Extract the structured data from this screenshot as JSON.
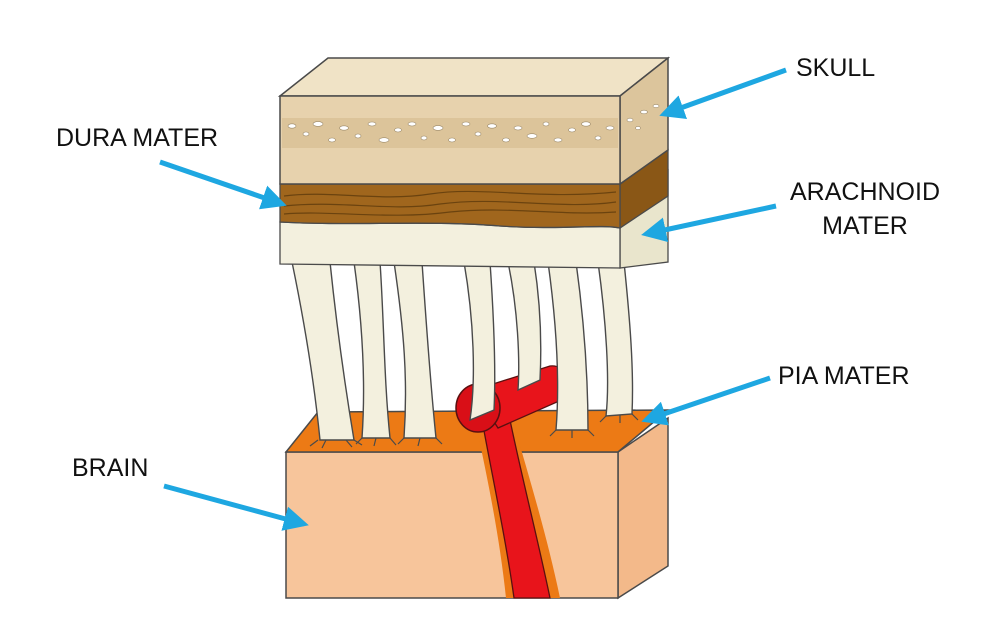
{
  "labels": {
    "skull": "SKULL",
    "dura_mater": "DURA MATER",
    "arachnoid_line1": "ARACHNOID",
    "arachnoid_line2": "MATER",
    "pia_mater": "PIA MATER",
    "brain": "BRAIN"
  },
  "colors": {
    "arrow": "#1ea7e1",
    "skull": "#e7d2ad",
    "skull_top": "#f0e3c6",
    "dura": "#a0661d",
    "arachnoid": "#f3f0de",
    "pia": "#ec7a15",
    "brain": "#f7c59b",
    "vessel": "#e8141b",
    "outline": "#4a4a4a"
  }
}
